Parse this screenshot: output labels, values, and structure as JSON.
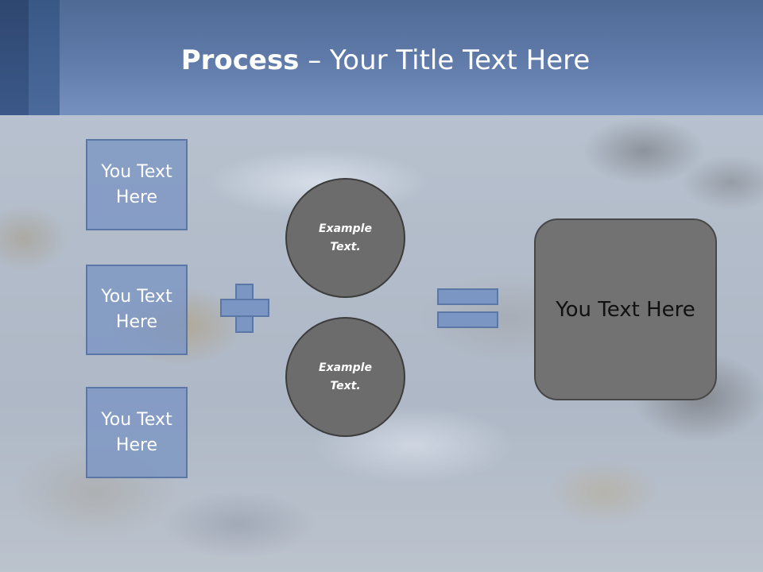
{
  "title": {
    "bold": "Process",
    "rest": " – Your Title Text Here"
  },
  "left_boxes": [
    {
      "text": "You Text Here"
    },
    {
      "text": "You Text Here"
    },
    {
      "text": "You Text Here"
    }
  ],
  "circles": [
    {
      "text": "Example Text."
    },
    {
      "text": "Example Text."
    }
  ],
  "result": {
    "text": "You Text Here"
  },
  "colors": {
    "header": "#5f7aa8",
    "box_fill": "#7d96c3",
    "circle_fill": "#6c6c6c",
    "result_fill": "#727272"
  }
}
